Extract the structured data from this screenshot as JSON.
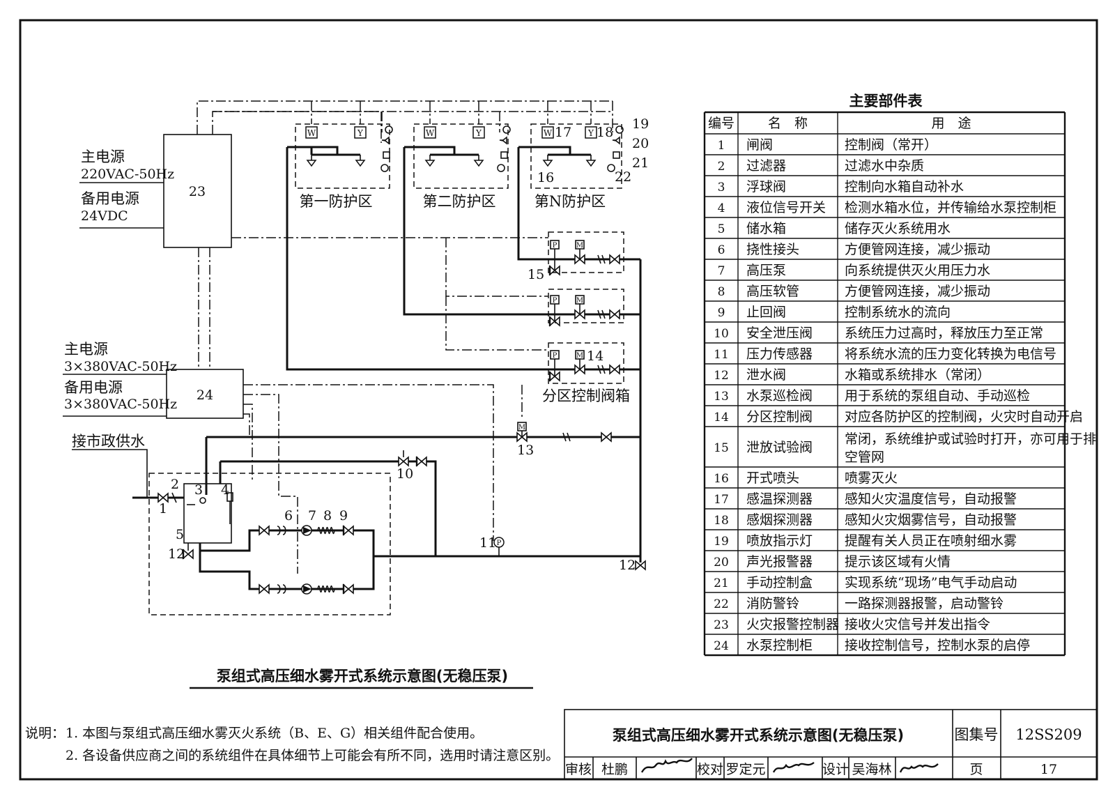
{
  "diagram": {
    "title": "泵组式高压细水雾开式系统示意图(无稳压泵)",
    "power_23": {
      "main_label": "主电源",
      "main_value": "220VAC-50Hz",
      "backup_label": "备用电源",
      "backup_value": "24VDC",
      "box_number": "23"
    },
    "power_24": {
      "main_label": "主电源",
      "main_value": "3×380VAC-50Hz",
      "backup_label": "备用电源",
      "backup_value": "3×380VAC-50Hz",
      "box_number": "24"
    },
    "zones": [
      "第一防护区",
      "第二防护区",
      "第N防护区"
    ],
    "valve_box_label": "分区控制阀箱",
    "water_supply_label": "接市政供水",
    "component_numbers": [
      "1",
      "2",
      "3",
      "4",
      "5",
      "6",
      "7",
      "8",
      "9",
      "10",
      "11",
      "12",
      "13",
      "14",
      "15",
      "16",
      "17",
      "18",
      "19",
      "20",
      "21",
      "22"
    ]
  },
  "parts_table": {
    "title": "主要部件表",
    "headers": [
      "编号",
      "名　称",
      "用　途"
    ],
    "rows": [
      [
        "1",
        "闸阀",
        "控制阀（常开）"
      ],
      [
        "2",
        "过滤器",
        "过滤水中杂质"
      ],
      [
        "3",
        "浮球阀",
        "控制向水箱自动补水"
      ],
      [
        "4",
        "液位信号开关",
        "检测水箱水位，并传输给水泵控制柜"
      ],
      [
        "5",
        "储水箱",
        "储存灭火系统用水"
      ],
      [
        "6",
        "挠性接头",
        "方便管网连接，减少振动"
      ],
      [
        "7",
        "高压泵",
        "向系统提供灭火用压力水"
      ],
      [
        "8",
        "高压软管",
        "方便管网连接，减少振动"
      ],
      [
        "9",
        "止回阀",
        "控制系统水的流向"
      ],
      [
        "10",
        "安全泄压阀",
        "系统压力过高时，释放压力至正常"
      ],
      [
        "11",
        "压力传感器",
        "将系统水流的压力变化转换为电信号"
      ],
      [
        "12",
        "泄水阀",
        "水箱或系统排水（常闭）"
      ],
      [
        "13",
        "水泵巡检阀",
        "用于系统的泵组自动、手动巡检"
      ],
      [
        "14",
        "分区控制阀",
        "对应各防护区的控制阀，火灾时自动开启"
      ],
      [
        "15",
        "泄放试验阀",
        "常闭，系统维护或试验时打开，亦可用于排空管网"
      ],
      [
        "16",
        "开式喷头",
        "喷雾灭火"
      ],
      [
        "17",
        "感温探测器",
        "感知火灾温度信号，自动报警"
      ],
      [
        "18",
        "感烟探测器",
        "感知火灾烟雾信号，自动报警"
      ],
      [
        "19",
        "喷放指示灯",
        "提醒有关人员正在喷射细水雾"
      ],
      [
        "20",
        "声光报警器",
        "提示该区域有火情"
      ],
      [
        "21",
        "手动控制盒",
        "实现系统“现场”电气手动启动"
      ],
      [
        "22",
        "消防警铃",
        "一路探测器报警，启动警铃"
      ],
      [
        "23",
        "火灾报警控制器",
        "接收火灾信号并发出指令"
      ],
      [
        "24",
        "水泵控制柜",
        "接收控制信号，控制水泵的启停"
      ]
    ]
  },
  "notes": {
    "heading": "说明：",
    "items": [
      "1. 本图与泵组式高压细水雾灭火系统（B、E、G）相关组件配合使用。",
      "2. 各设备供应商之间的系统组件在具体细节上可能会有所不同，选用时请注意区别。"
    ]
  },
  "title_block": {
    "title": "泵组式高压细水雾开式系统示意图(无稳压泵)",
    "atlas_label": "图集号",
    "atlas_number": "12SS209",
    "review_label": "审核",
    "reviewer": "杜鹏",
    "check_label": "校对",
    "checker": "罗定元",
    "design_label": "设计",
    "designer": "吴海林",
    "page_label": "页",
    "page_number": "17"
  }
}
